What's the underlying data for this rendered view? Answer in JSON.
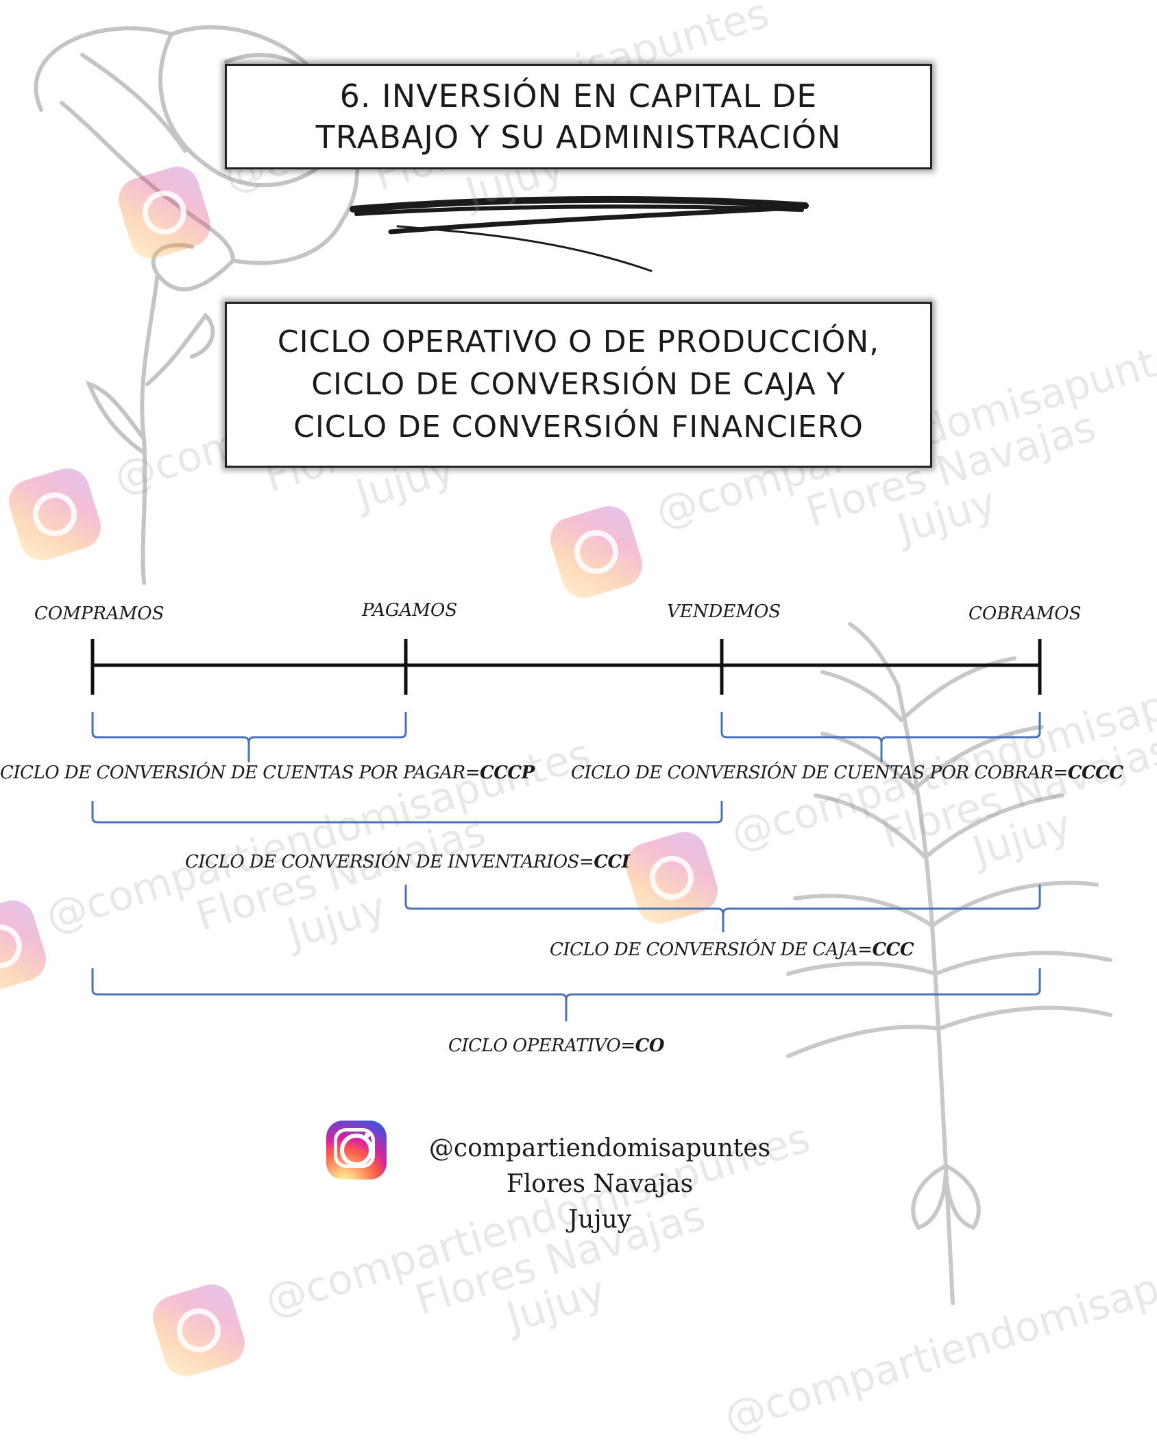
{
  "header": {
    "title_lines": [
      "6. INVERSIÓN EN CAPITAL DE",
      "TRABAJO Y SU ADMINISTRACIÓN"
    ]
  },
  "subtitle": {
    "lines": [
      "CICLO OPERATIVO O DE PRODUCCIÓN,",
      "CICLO DE CONVERSIÓN DE CAJA Y",
      "CICLO DE CONVERSIÓN FINANCIERO"
    ]
  },
  "timeline": {
    "points": [
      "COMPRAMOS",
      "PAGAMOS",
      "VENDEMOS",
      "COBRAMOS"
    ]
  },
  "cycles": {
    "cccp": {
      "label": "CICLO DE CONVERSIÓN DE CUENTAS POR PAGAR=",
      "abbr": "CCCP"
    },
    "cccc": {
      "label": "CICLO DE CONVERSIÓN DE CUENTAS POR COBRAR=",
      "abbr": "CCCC"
    },
    "cci": {
      "label": "CICLO DE CONVERSIÓN DE INVENTARIOS=",
      "abbr": "CCI"
    },
    "ccc": {
      "label": "CICLO DE CONVERSIÓN DE CAJA=",
      "abbr": "CCC"
    },
    "co": {
      "label": "CICLO OPERATIVO=",
      "abbr": "CO"
    }
  },
  "footer": {
    "handle": "@compartiendomisapuntes",
    "name": "Flores Navajas",
    "place": "Jujuy",
    "icon": "instagram-icon"
  },
  "watermark": {
    "handle": "@compartiendomisapuntes",
    "name": "Flores Navajas",
    "place": "Jujuy"
  },
  "colors": {
    "bracket": "#4a72b8",
    "timeline": "#111111",
    "decor": "#c4c4c4"
  }
}
